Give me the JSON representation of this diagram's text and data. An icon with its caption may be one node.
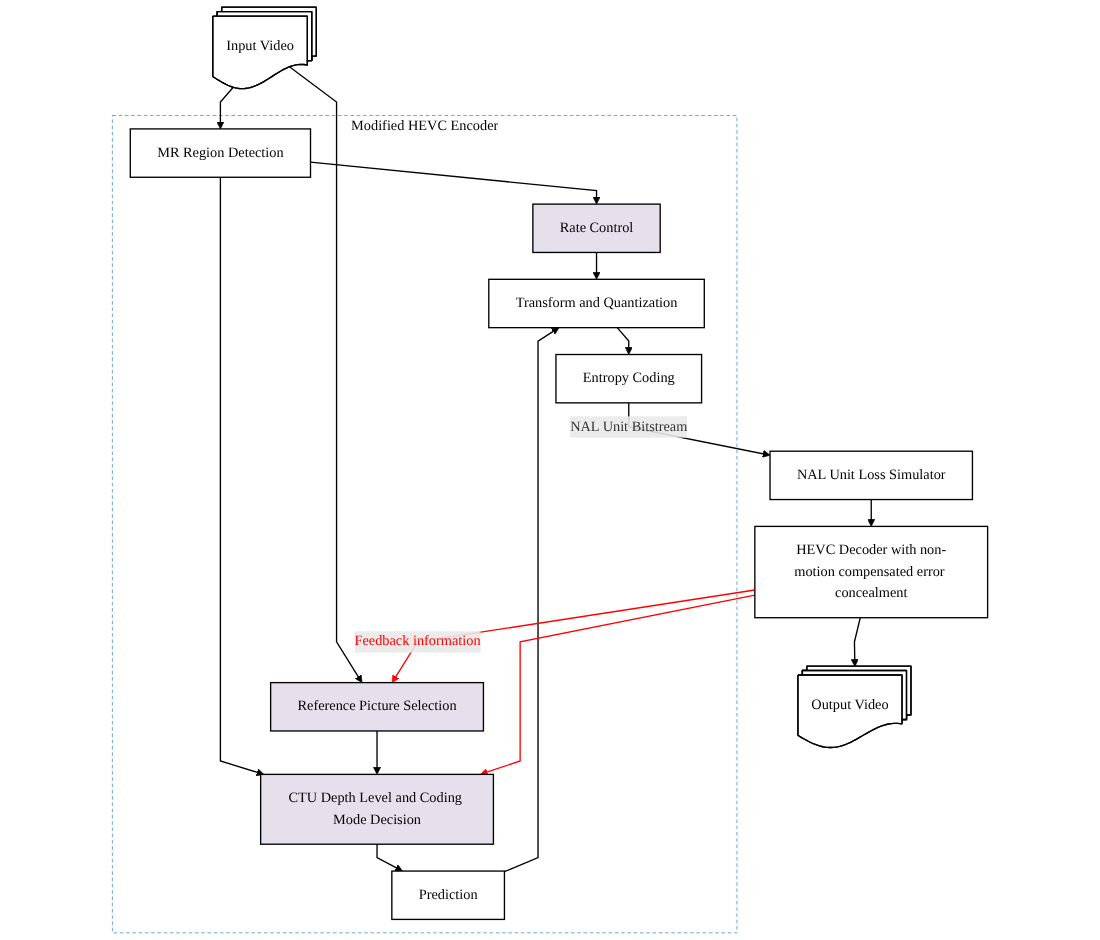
{
  "diagram": {
    "nodes": [
      {
        "text": [
          "Modified HEVC Encoder"
        ]
      },
      {
        "text": [
          "Input Video"
        ]
      },
      {
        "text": [
          "MR Region Detection"
        ],
        "in": 0
      },
      {
        "text": [
          "Rate Control"
        ],
        "in": 0
      },
      {
        "text": [
          "Reference Picture Selection"
        ],
        "in": 0
      },
      {
        "text": [
          "CTU Depth Level and Coding Mode Decision"
        ],
        "in": 0
      },
      {
        "text": [
          "Prediction"
        ],
        "in": 0
      },
      {
        "text": [
          "Transform and Quantization"
        ],
        "in": 0
      },
      {
        "text": [
          "Entropy Coding"
        ],
        "in": 0
      },
      {
        "text": [
          "Output Video"
        ]
      },
      {
        "text": [
          "HEVC Decoder with non-motion compensated error concealment"
        ]
      },
      {
        "text": [
          "NAL Unit Loss Simulator"
        ]
      }
    ],
    "edges": [
      {
        "from": 1,
        "to": 2,
        "arrow": "to"
      },
      {
        "from": 1,
        "to": 4,
        "arrow": "to"
      },
      {
        "from": 2,
        "to": 3,
        "arrow": "to"
      },
      {
        "from": 2,
        "to": 5,
        "arrow": "to"
      },
      {
        "from": 4,
        "to": 5,
        "arrow": "to"
      },
      {
        "from": 5,
        "to": 6,
        "arrow": "to"
      },
      {
        "from": 6,
        "to": 7,
        "arrow": "to"
      },
      {
        "from": 3,
        "to": 7,
        "arrow": "to"
      },
      {
        "from": 7,
        "to": 8,
        "arrow": "to"
      },
      {
        "from": 8,
        "to": 11,
        "arrow": "to",
        "label": "NAL Unit Bitstream"
      },
      {
        "from": 11,
        "to": 10,
        "arrow": "to"
      },
      {
        "from": 10,
        "to": 9,
        "arrow": "to"
      },
      {
        "from": 10,
        "to": 4,
        "arrow": "to",
        "label": "Feedback information",
        "color": "#ff0000"
      },
      {
        "from": 10,
        "to": 5,
        "arrow": "to",
        "color": "#ff0000"
      }
    ]
  }
}
